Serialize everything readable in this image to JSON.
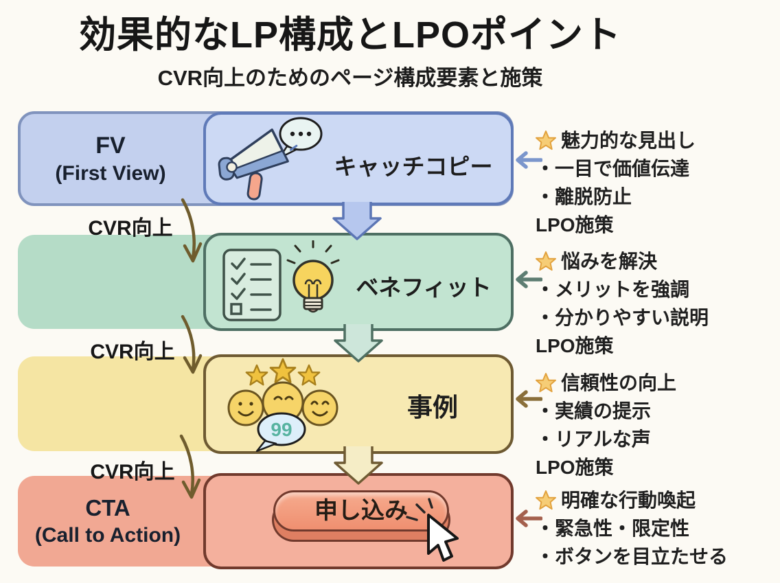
{
  "header": {
    "title": "効果的なLP構成とLPOポイント",
    "subtitle": "CVR向上のためのページ構成要素と施策"
  },
  "flow_label": "CVR向上",
  "rows": [
    {
      "band_title": "FV",
      "band_subtitle": "(First View)",
      "box_label": "キャッチコピー",
      "lpo": {
        "headline": "魅力的な見出し",
        "bullets": [
          "・一目で価値伝達",
          "・離脱防止"
        ],
        "footer": "LPO施策"
      }
    },
    {
      "band_title": "",
      "band_subtitle": "",
      "box_label": "ベネフィット",
      "lpo": {
        "headline": "悩みを解決",
        "bullets": [
          "・メリットを強調",
          "・分かりやすい説明"
        ],
        "footer": "LPO施策"
      }
    },
    {
      "band_title": "",
      "band_subtitle": "",
      "box_label": "事例",
      "lpo": {
        "headline": "信頼性の向上",
        "bullets": [
          "・実績の提示",
          "・リアルな声"
        ],
        "footer": "LPO施策"
      }
    },
    {
      "band_title": "CTA",
      "band_subtitle": "(Call to Action)",
      "box_label": "",
      "button_label": "申し込み",
      "lpo": {
        "headline": "明確な行動喚起",
        "bullets": [
          "・緊急性・限定性",
          "・ボタンを目立たせる"
        ],
        "footer": ""
      }
    }
  ],
  "quote_bubble_text": "99",
  "colors": {
    "background": "#fcfaf4",
    "fv_band": "#c3d0ee",
    "benefit_band": "#b5dcc7",
    "case_band": "#f5e5a3",
    "cta_band": "#f1a893",
    "arrow_brown": "#6f5c2d",
    "text": "#1f1f1f"
  }
}
